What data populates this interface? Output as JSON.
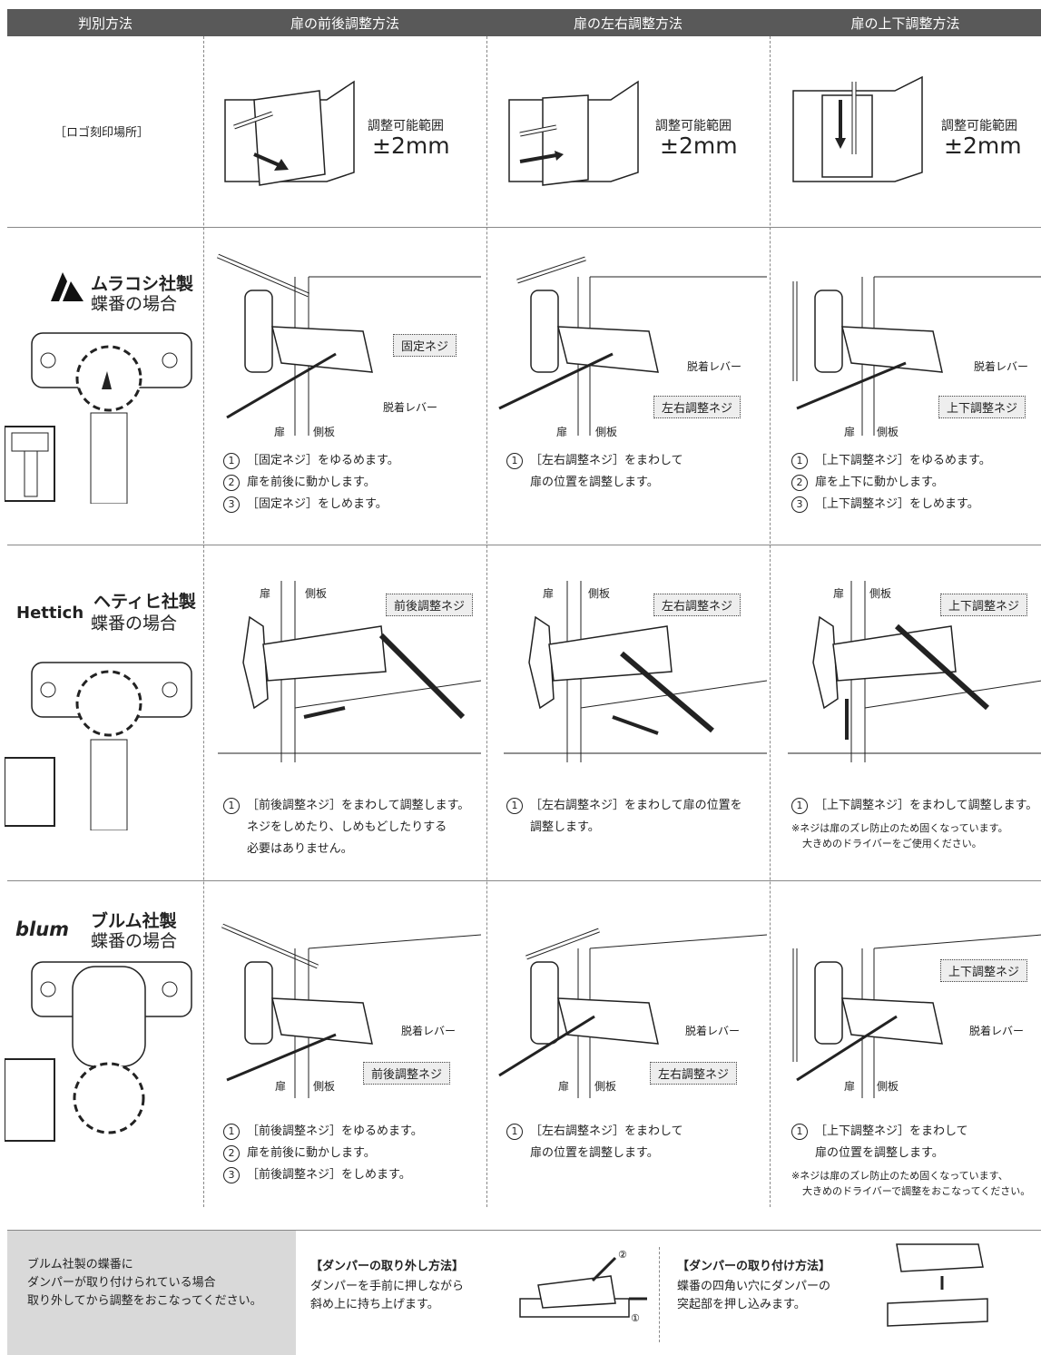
{
  "header": [
    "判別方法",
    "扉の前後調整方法",
    "扉の左右調整方法",
    "扉の上下調整方法"
  ],
  "row0": {
    "logo_place": "［ロゴ刻印場所］",
    "range_label": "調整可能範囲",
    "range_value": "±2mm"
  },
  "muracoshi": {
    "name": "ムラコシ社製",
    "sub": "蝶番の場合",
    "c1": {
      "box": "固定ネジ",
      "lever": "脱着レバー",
      "door": "扉",
      "side": "側板",
      "steps": [
        "［固定ネジ］をゆるめます。",
        "扉を前後に動かします。",
        "［固定ネジ］をしめます。"
      ]
    },
    "c2": {
      "box": "左右調整ネジ",
      "lever": "脱着レバー",
      "door": "扉",
      "side": "側板",
      "steps": [
        "［左右調整ネジ］をまわして",
        "扉の位置を調整します。"
      ]
    },
    "c3": {
      "box": "上下調整ネジ",
      "lever": "脱着レバー",
      "door": "扉",
      "side": "側板",
      "steps": [
        "［上下調整ネジ］をゆるめます。",
        "扉を上下に動かします。",
        "［上下調整ネジ］をしめます。"
      ]
    }
  },
  "hettich": {
    "logo": "Hettich",
    "name": "ヘティヒ社製",
    "sub": "蝶番の場合",
    "c1": {
      "box": "前後調整ネジ",
      "door": "扉",
      "side": "側板",
      "steps": [
        "［前後調整ネジ］をまわして調整します。",
        "ネジをしめたり、しめもどしたりする",
        "必要はありません。"
      ]
    },
    "c2": {
      "box": "左右調整ネジ",
      "door": "扉",
      "side": "側板",
      "steps": [
        "［左右調整ネジ］をまわして扉の位置を",
        "調整します。"
      ]
    },
    "c3": {
      "box": "上下調整ネジ",
      "door": "扉",
      "side": "側板",
      "steps": [
        "［上下調整ネジ］をまわして調整します。"
      ],
      "note": [
        "※ネジは扉のズレ防止のため固くなっています。",
        "大きめのドライバーをご使用ください。"
      ]
    }
  },
  "blum": {
    "logo": "blum",
    "name": "ブルム社製",
    "sub": "蝶番の場合",
    "c1": {
      "box": "前後調整ネジ",
      "lever": "脱着レバー",
      "door": "扉",
      "side": "側板",
      "steps": [
        "［前後調整ネジ］をゆるめます。",
        "扉を前後に動かします。",
        "［前後調整ネジ］をしめます。"
      ]
    },
    "c2": {
      "box": "左右調整ネジ",
      "lever": "脱着レバー",
      "door": "扉",
      "side": "側板",
      "steps": [
        "［左右調整ネジ］をまわして",
        "扉の位置を調整します。"
      ]
    },
    "c3": {
      "box": "上下調整ネジ",
      "lever": "脱着レバー",
      "door": "扉",
      "side": "側板",
      "steps": [
        "［上下調整ネジ］をまわして",
        "扉の位置を調整します。"
      ],
      "note": [
        "※ネジは扉のズレ防止のため固くなっています、",
        "大きめのドライバーで調整をおこなってください。"
      ]
    }
  },
  "footer": {
    "gray": [
      "ブルム社製の蝶番に",
      "ダンパーが取り付けられている場合",
      "取り外してから調整をおこなってください。"
    ],
    "remove_title": "【ダンパーの取り外し方法】",
    "remove_text": [
      "ダンパーを手前に押しながら",
      "斜め上に持ち上げます。"
    ],
    "attach_title": "【ダンパーの取り付け方法】",
    "attach_text": [
      "蝶番の四角い穴にダンパーの",
      "突起部を押し込みます。"
    ],
    "n1": "①",
    "n2": "②"
  }
}
